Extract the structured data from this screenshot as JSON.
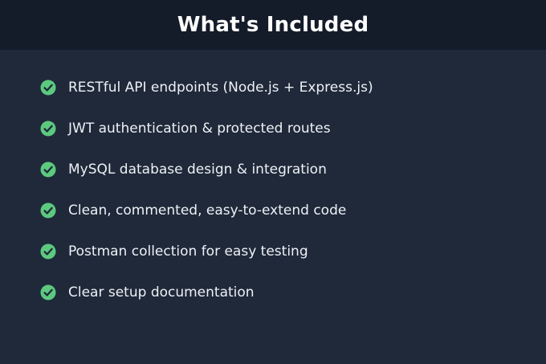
{
  "header": {
    "title": "What's Included"
  },
  "features": [
    {
      "text": "RESTful API endpoints (Node.js + Express.js)",
      "icon": "check-circle-icon"
    },
    {
      "text": "JWT authentication & protected routes",
      "icon": "check-circle-icon"
    },
    {
      "text": "MySQL database design & integration",
      "icon": "check-circle-icon"
    },
    {
      "text": "Clean, commented, easy-to-extend code",
      "icon": "check-circle-icon"
    },
    {
      "text": "Postman collection for easy testing",
      "icon": "check-circle-icon"
    },
    {
      "text": "Clear setup documentation",
      "icon": "check-circle-icon"
    }
  ],
  "colors": {
    "header_background": "#141b29",
    "page_background": "#1f293a",
    "check_green": "#5cc97f",
    "text": "#eef1f5"
  }
}
